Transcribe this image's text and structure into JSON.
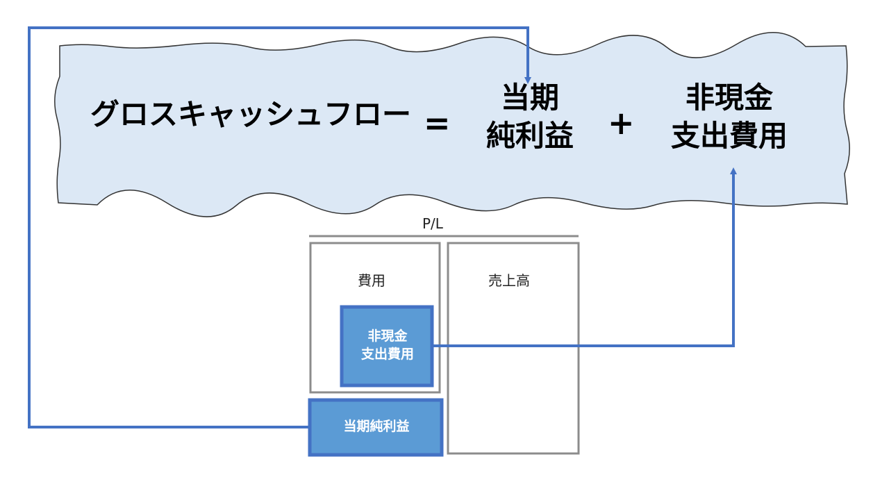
{
  "formula": {
    "lhs": "グロスキャッシュフロー",
    "equals": "=",
    "term1_line1": "当期",
    "term1_line2": "純利益",
    "plus": "+",
    "term2_line1": "非現金",
    "term2_line2": "支出費用"
  },
  "pl": {
    "title": "P/L",
    "expense_label": "費用",
    "sales_label": "売上高",
    "noncash_line1": "非現金",
    "noncash_line2": "支出費用",
    "net_income": "当期純利益"
  },
  "colors": {
    "banner_fill": "#dce8f5",
    "banner_border": "#333333",
    "arrow": "#4472c4",
    "box_fill": "#5b9bd5",
    "box_border": "#4472c4",
    "pl_border": "#8c8c8c"
  }
}
